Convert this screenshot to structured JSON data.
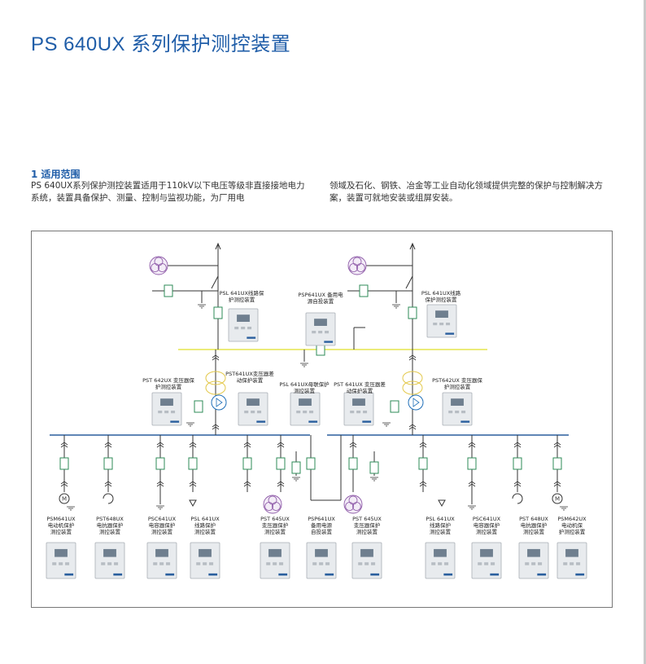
{
  "title": "PS 640UX 系列保护测控装置",
  "section": {
    "title": "1 适用范围",
    "paragraphs": [
      "PS 640UX系列保护测控装置适用于110kV以下电压等级非直接接地电力系统，装置具备保护、测量、控制与监视功能，为厂用电",
      "领域及石化、钢铁、冶金等工业自动化领域提供完整的保护与控制解决方案，装置可就地安装或组屏安装。"
    ]
  },
  "diagram": {
    "top": [
      {
        "id": "psl-left",
        "lines": [
          "PSL 641UX线路保",
          "护测控装置"
        ]
      },
      {
        "id": "psp-top",
        "lines": [
          "PSP641UX 备用电",
          "源自投装置"
        ]
      },
      {
        "id": "psl-right",
        "lines": [
          "PSL 641UX线路",
          "保护测控装置"
        ]
      }
    ],
    "middle": [
      {
        "id": "pst642-left",
        "lines": [
          "PST 642UX 变压器保",
          "护测控装置"
        ]
      },
      {
        "id": "pst641-left",
        "lines": [
          "PST641UX变压器差",
          "动保护装置"
        ]
      },
      {
        "id": "psl641-bus",
        "lines": [
          "PSL 641UX母联保护",
          "测控装置"
        ]
      },
      {
        "id": "pst641-right",
        "lines": [
          "PST 641UX 变压器差",
          "动保护装置"
        ]
      },
      {
        "id": "pst642-right",
        "lines": [
          "PST642UX 变压器保",
          "护测控装置"
        ]
      }
    ],
    "bottom": [
      {
        "id": "psm641",
        "lines": [
          "PSM641UX",
          "电动机保护",
          "测控装置"
        ]
      },
      {
        "id": "pst648-l",
        "lines": [
          "PST648UX",
          "电抗器保护",
          "测控装置"
        ]
      },
      {
        "id": "psc641-l",
        "lines": [
          "PSC641UX",
          "电容器保护",
          "测控装置"
        ]
      },
      {
        "id": "psl641-l",
        "lines": [
          "PSL 641UX",
          "线路保护",
          "测控装置"
        ]
      },
      {
        "id": "pst645-l",
        "lines": [
          "PST 645UX",
          "变压器保护",
          "测控装置"
        ]
      },
      {
        "id": "psp641",
        "lines": [
          "PSP641UX",
          "备用电源",
          "自投装置"
        ]
      },
      {
        "id": "pst645-r",
        "lines": [
          "PST 645UX",
          "变压器保护",
          "测控装置"
        ]
      },
      {
        "id": "psl641-r",
        "lines": [
          "PSL 641UX",
          "线路保护",
          "测控装置"
        ]
      },
      {
        "id": "psc641-r",
        "lines": [
          "PSC641UX",
          "电容器保护",
          "测控装置"
        ]
      },
      {
        "id": "pst648-r",
        "lines": [
          "PST 648UX",
          "电抗器保护",
          "测控装置"
        ]
      },
      {
        "id": "psm642",
        "lines": [
          "PSM642UX",
          "电动机保",
          "护测控装置"
        ]
      }
    ]
  }
}
